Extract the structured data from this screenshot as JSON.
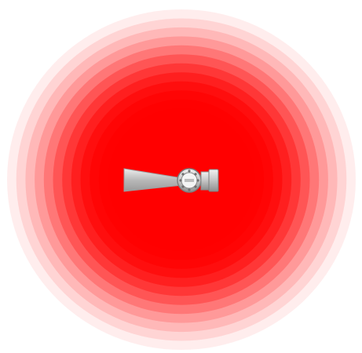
{
  "heatmap": {
    "color": "#ff0000",
    "background": "#ffffff",
    "levels": [
      0.07,
      0.1,
      0.13,
      0.17,
      0.22,
      0.28,
      0.35,
      0.43,
      0.52,
      0.62,
      0.72,
      0.82,
      0.92,
      1.0
    ]
  },
  "sensor": {
    "icon": "radar-horn-antenna-icon",
    "body_color": "#c9c9c9",
    "shade_color": "#8a8a8a"
  }
}
